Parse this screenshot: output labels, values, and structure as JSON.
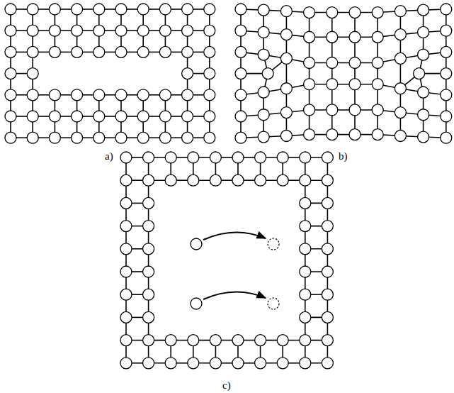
{
  "diagram": {
    "labels": [
      "a)",
      "b)",
      "c)"
    ]
  }
}
